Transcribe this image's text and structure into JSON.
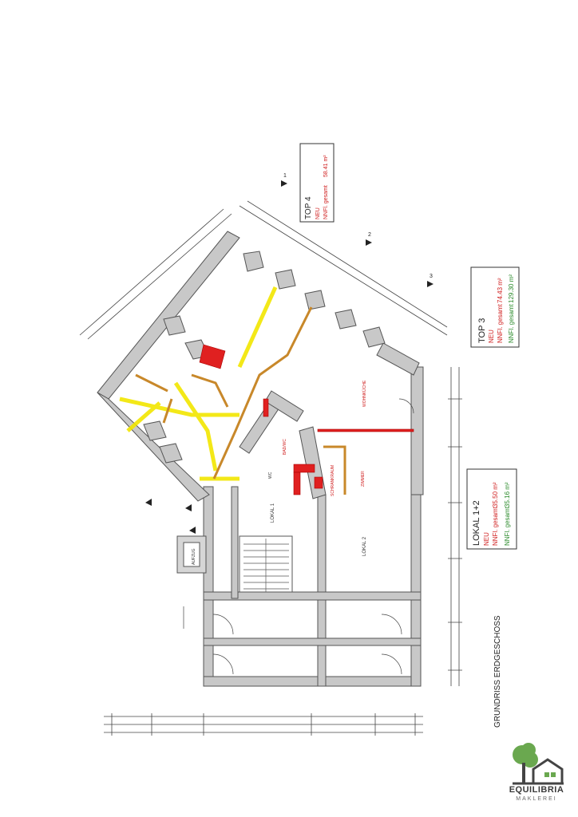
{
  "title": "GRUNDRISS ERDGESCHOSS",
  "units": [
    {
      "name": "TOP 4",
      "status": "NEU",
      "area_label": "NNFl. gesamt",
      "area_value": "58.41 m²"
    },
    {
      "name": "TOP 3",
      "status": "NEU",
      "area_label": "NNFl. gesamt",
      "area_value": "74.43 m²",
      "extra_label": "NNFl. gesamt",
      "extra_value": "129.30 m²"
    },
    {
      "name": "LOKAL 1+2",
      "status": "NEU",
      "area_label": "NNFl. gesamt",
      "area_value": "35.50 m²",
      "extra_label": "NNFl. gesamt",
      "extra_value": "35.16 m²"
    }
  ],
  "rooms": {
    "lokal1": "LOKAL 1",
    "lokal2": "LOKAL 2",
    "aufzug": "AUFZUG",
    "wc": "WC",
    "zimmer": "ZIMMER",
    "schrankraum": "SCHRANKRAUM",
    "bad": "BAD/WC",
    "wohnkueche": "WOHNKÜCHE"
  },
  "section_markers": [
    "1",
    "2",
    "3"
  ],
  "brand": {
    "name": "EQUILIBRIA",
    "sub": "MAKLEREI",
    "color": "#6aa84f"
  },
  "colors": {
    "wall": "#c8c8c8",
    "wall_stroke": "#555555",
    "new": "#e02020",
    "demo": "#f2e600",
    "ochre": "#c8882a"
  }
}
